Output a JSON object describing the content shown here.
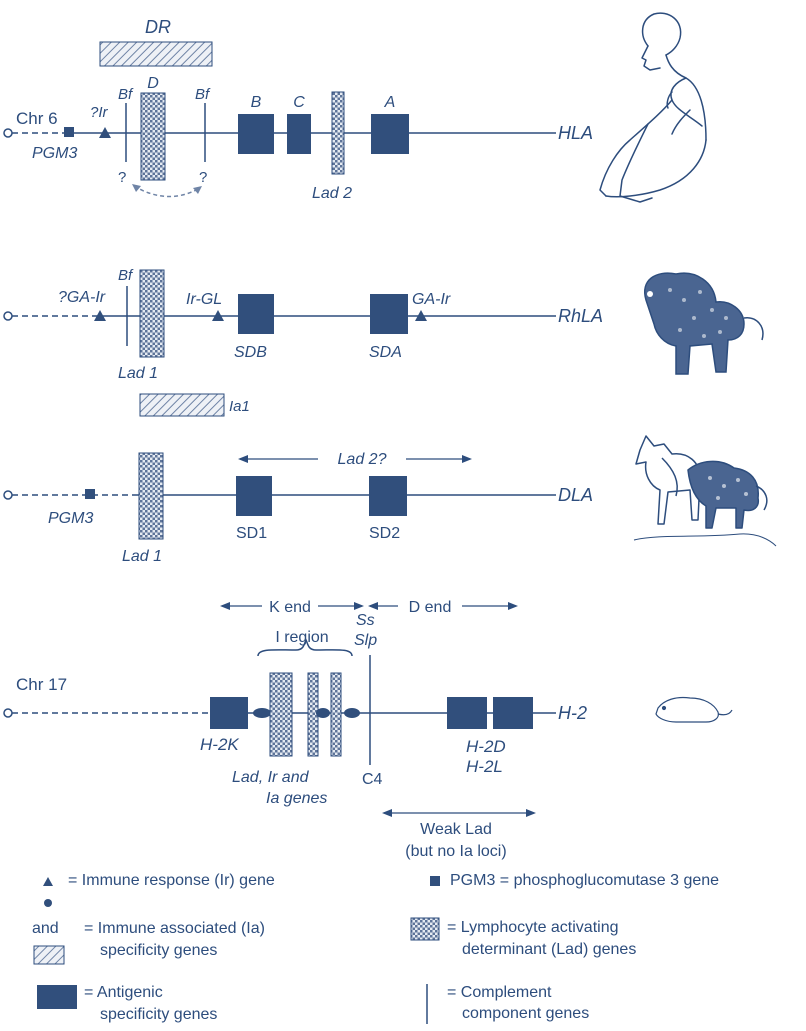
{
  "colors": {
    "ink": "#2d4d7d",
    "block": "#314f7c",
    "hatch": "#8a9bb6",
    "check": "#6f84a6",
    "background": "#ffffff"
  },
  "icons": [
    "human-icon",
    "monkey-icon",
    "dog-icon",
    "mouse-icon"
  ],
  "hla": {
    "chromosome": "Chr 6",
    "dr": "DR",
    "bf_left": "Bf",
    "d": "D",
    "bf_right": "Bf",
    "ir": "?Ir",
    "pgm3": "PGM3",
    "q_left": "?",
    "q_right": "?",
    "b": "B",
    "c": "C",
    "a": "A",
    "lad2": "Lad 2",
    "name": "HLA"
  },
  "rhla": {
    "bf": "Bf",
    "ga_ir_left": "?GA-Ir",
    "ir_gl": "Ir-GL",
    "ga_ir_right": "GA-Ir",
    "lad1": "Lad 1",
    "sdb": "SDB",
    "sda": "SDA",
    "ia1": "Ia1",
    "name": "RhLA"
  },
  "dla": {
    "lad2q": "Lad 2?",
    "pgm3": "PGM3",
    "lad1": "Lad 1",
    "sd1": "SD1",
    "sd2": "SD2",
    "name": "DLA"
  },
  "h2": {
    "k_end": "K end",
    "d_end": "D end",
    "i_region": "I region",
    "ss": "Ss",
    "slp": "Slp",
    "chromosome": "Chr 17",
    "h2k": "H-2K",
    "lad_ir": "Lad, Ir and",
    "ia_genes": "Ia genes",
    "c4": "C4",
    "h2d": "H-2D",
    "h2l": "H-2L",
    "weak_lad": "Weak Lad",
    "no_ia": "(but no Ia loci)",
    "name": "H-2"
  },
  "legend": {
    "ir_gene": "= Immune response (Ir) gene",
    "pgm3": "PGM3 = phosphoglucomutase 3 gene",
    "and_label": "and",
    "ia_line1": "= Immune associated (Ia)",
    "ia_line2": "specificity genes",
    "lad_line1": "= Lymphocyte activating",
    "lad_line2": "determinant (Lad) genes",
    "antigen_line1": "= Antigenic",
    "antigen_line2": "specificity genes",
    "comp_line1": "= Complement",
    "comp_line2": "component genes"
  }
}
